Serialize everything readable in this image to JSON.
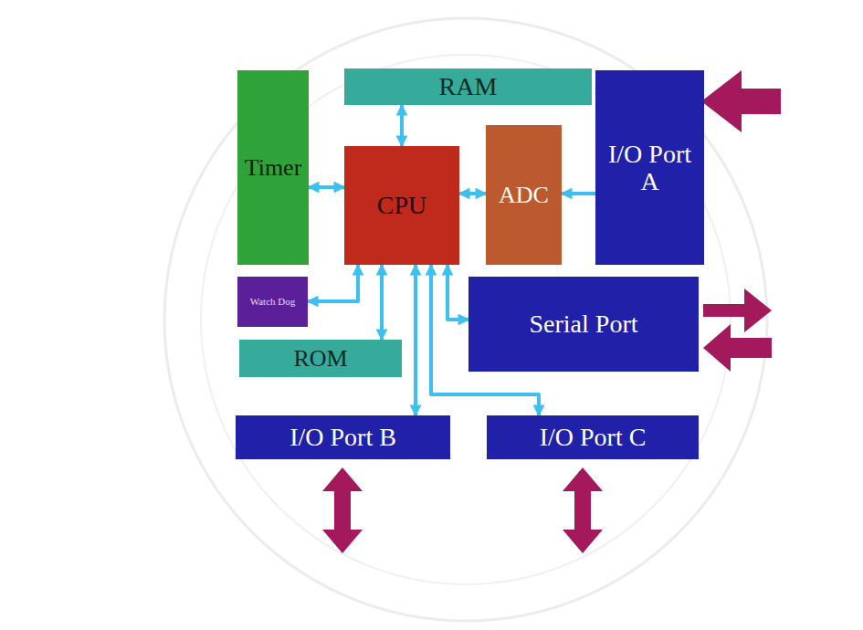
{
  "diagram": {
    "nodes": [
      {
        "text": [
          "Timer"
        ]
      },
      {
        "text": [
          "RAM"
        ]
      },
      {
        "text": [
          "CPU"
        ]
      },
      {
        "text": [
          "ADC"
        ]
      },
      {
        "text": [
          "I/O Port A"
        ]
      },
      {
        "text": [
          "Watch Dog"
        ]
      },
      {
        "text": [
          "ROM"
        ]
      },
      {
        "text": [
          "Serial Port"
        ]
      },
      {
        "text": [
          "I/O Port B"
        ]
      },
      {
        "text": [
          "I/O Port C"
        ]
      }
    ],
    "edges": [
      {
        "from": 1,
        "to": 2,
        "arrow": "both"
      },
      {
        "from": 2,
        "to": 0,
        "arrow": "both"
      },
      {
        "from": 3,
        "to": 2,
        "arrow": "both"
      },
      {
        "from": 4,
        "to": 3,
        "arrow": "to"
      },
      {
        "from": 2,
        "to": 5,
        "arrow": "both"
      },
      {
        "from": 2,
        "to": 6,
        "arrow": "both"
      },
      {
        "from": 2,
        "to": 7,
        "arrow": "both"
      },
      {
        "from": 2,
        "to": 8,
        "arrow": "both"
      },
      {
        "from": 2,
        "to": 9,
        "arrow": "both"
      }
    ]
  }
}
